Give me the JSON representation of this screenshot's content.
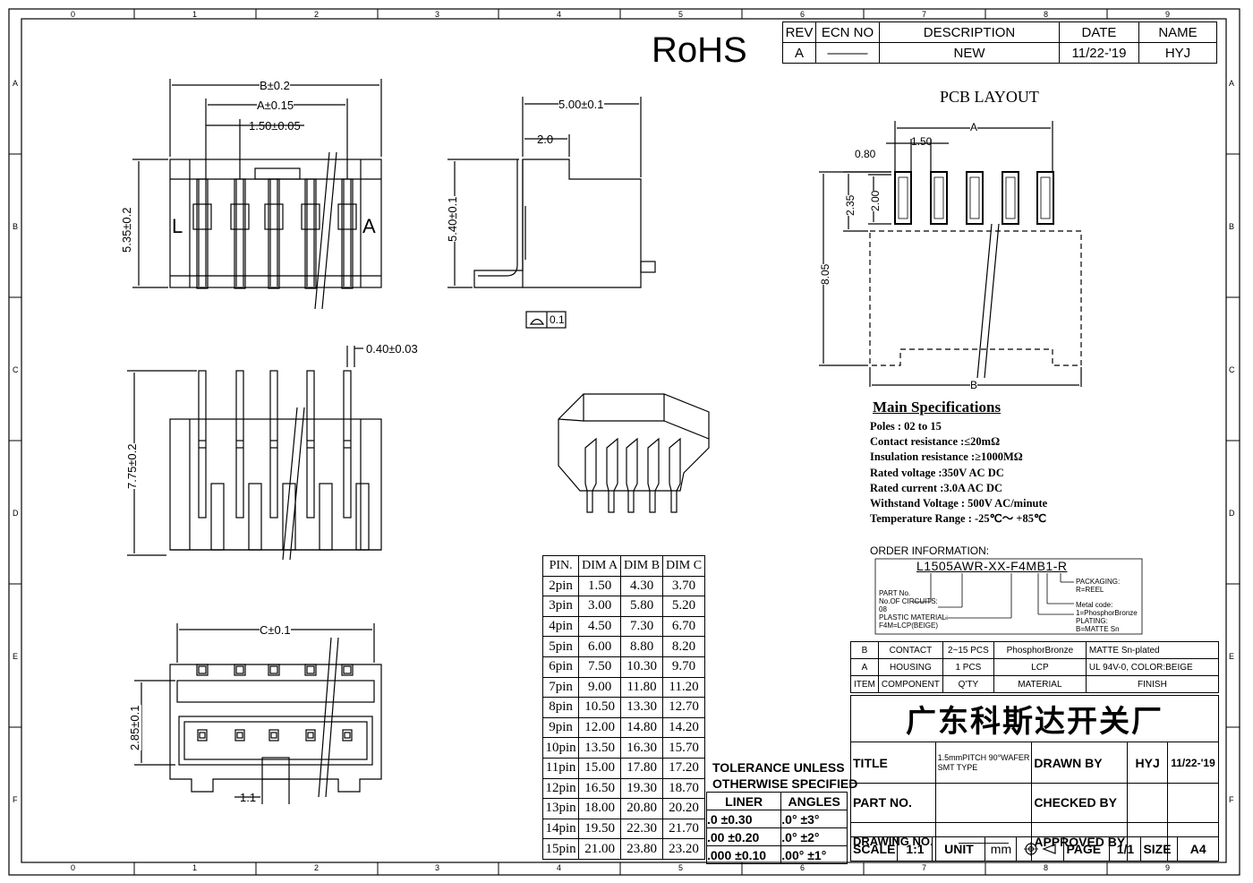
{
  "rohs": "RoHS",
  "border": {
    "cols": [
      "0",
      "1",
      "2",
      "3",
      "4",
      "5",
      "6",
      "7",
      "8",
      "9"
    ],
    "rows": [
      "A",
      "B",
      "C",
      "D",
      "E",
      "F"
    ]
  },
  "revision_table": {
    "headers": [
      "REV",
      "ECN NO",
      "DESCRIPTION",
      "DATE",
      "NAME"
    ],
    "row": [
      "A",
      "———",
      "NEW",
      "11/22-'19",
      "HYJ"
    ]
  },
  "dims": {
    "b": "B±0.2",
    "a": "A±0.15",
    "pitch": "1.50±0.05",
    "h535": "5.35±0.2",
    "d500": "5.00±0.1",
    "d20": "2.0",
    "h540": "5.40±0.1",
    "flat": "0.1",
    "pin040": "0.40±0.03",
    "h775": "7.75±0.2",
    "c": "C±0.1",
    "h285": "2.85±0.1",
    "d11": "1.1",
    "label_l": "L",
    "label_a": "A"
  },
  "pcb": {
    "title": "PCB LAYOUT",
    "a": "A",
    "p150": "1.50",
    "p080": "0.80",
    "h235": "2.35",
    "h200": "2.00",
    "h805": "8.05",
    "b": "B"
  },
  "specs": {
    "title": "Main Specifications",
    "lines": [
      "Poles : 02 to 15",
      "Contact resistance :≤20mΩ",
      "Insulation resistance :≥1000MΩ",
      "Rated voltage :350V AC DC",
      "Rated current :3.0A AC DC",
      "Withstand Voltage : 500V AC/minute",
      "Temperature Range  : -25℃～ +85℃"
    ]
  },
  "order": {
    "label": "ORDER INFORMATION:",
    "code": "L1505AWR-XX-F4MB1-R",
    "notes_left": [
      "PART No.",
      "No.OF CIRCUITS:",
      "08",
      "PLASTIC MATERIAL:",
      "F4M=LCP(BEIGE)"
    ],
    "notes_right": [
      "PACKAGING:",
      "R=REEL",
      "Metal code:",
      "1=PhosphorBronze",
      "PLATING:",
      "B=MATTE Sn"
    ]
  },
  "pin_table": {
    "headers": [
      "PIN.",
      "DIM A",
      "DIM B",
      "DIM C"
    ],
    "rows": [
      [
        "2pin",
        "1.50",
        "4.30",
        "3.70"
      ],
      [
        "3pin",
        "3.00",
        "5.80",
        "5.20"
      ],
      [
        "4pin",
        "4.50",
        "7.30",
        "6.70"
      ],
      [
        "5pin",
        "6.00",
        "8.80",
        "8.20"
      ],
      [
        "6pin",
        "7.50",
        "10.30",
        "9.70"
      ],
      [
        "7pin",
        "9.00",
        "11.80",
        "11.20"
      ],
      [
        "8pin",
        "10.50",
        "13.30",
        "12.70"
      ],
      [
        "9pin",
        "12.00",
        "14.80",
        "14.20"
      ],
      [
        "10pin",
        "13.50",
        "16.30",
        "15.70"
      ],
      [
        "11pin",
        "15.00",
        "17.80",
        "17.20"
      ],
      [
        "12pin",
        "16.50",
        "19.30",
        "18.70"
      ],
      [
        "13pin",
        "18.00",
        "20.80",
        "20.20"
      ],
      [
        "14pin",
        "19.50",
        "22.30",
        "21.70"
      ],
      [
        "15pin",
        "21.00",
        "23.80",
        "23.20"
      ]
    ]
  },
  "tolerance": {
    "title1": "TOLERANCE UNLESS",
    "title2": "OTHERWISE SPECIFIED",
    "liner": "LINER",
    "angles": "ANGLES",
    "rows": [
      [
        ".0  ±0.30",
        ".0°  ±3°"
      ],
      [
        ".00  ±0.20",
        ".0° ±2°"
      ],
      [
        ".000 ±0.10",
        ".00° ±1°"
      ]
    ]
  },
  "bom": {
    "rows": [
      [
        "B",
        "CONTACT",
        "2~15 PCS",
        "PhosphorBronze",
        "MATTE Sn-plated"
      ],
      [
        "A",
        "HOUSING",
        "1 PCS",
        "LCP",
        "UL 94V-0, COLOR:BEIGE"
      ],
      [
        "ITEM",
        "COMPONENT",
        "Q'TY",
        "MATERIAL",
        "FINISH"
      ]
    ]
  },
  "title_block": {
    "company": "广东科斯达开关厂",
    "title_label": "TITLE",
    "title_value_1": "1.5mmPITCH 90°WAFER",
    "title_value_2": "SMT TYPE",
    "drawn_by": "DRAWN BY",
    "drawn_name": "HYJ",
    "drawn_date": "11/22-'19",
    "part_no": "PART NO.",
    "checked_by": "CHECKED BY",
    "drawing_no": "DRAWING NO.",
    "drawing_no_value": "————",
    "approved_by": "APPROVED BY",
    "scale": "SCALE",
    "scale_value": "1:1",
    "unit": "UNIT",
    "unit_value": "mm",
    "page": "PAGE",
    "page_value": "1/1",
    "size": "SIZE",
    "size_value": "A4"
  }
}
